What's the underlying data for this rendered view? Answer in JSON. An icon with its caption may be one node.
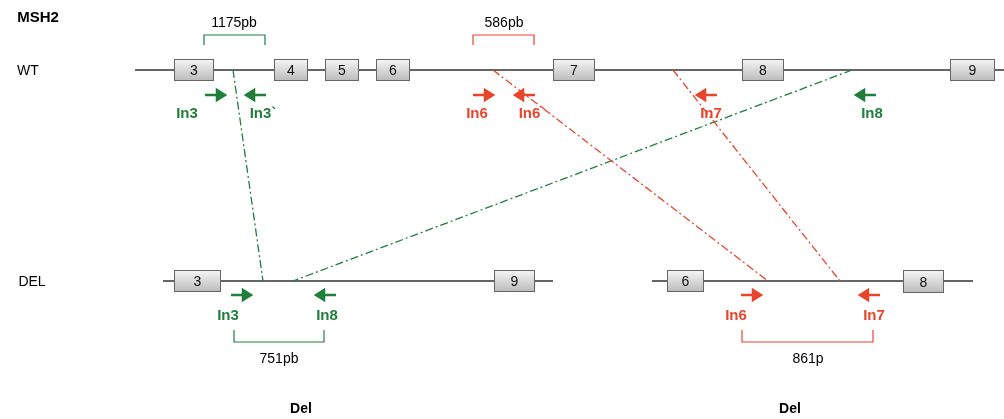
{
  "diagram": {
    "title": "MSH2",
    "nodes": [
      {
        "text": [
          "3"
        ]
      },
      {
        "text": [
          "4"
        ]
      },
      {
        "text": [
          "5"
        ]
      },
      {
        "text": [
          "6"
        ]
      },
      {
        "text": [
          "7"
        ]
      },
      {
        "text": [
          "8"
        ]
      },
      {
        "text": [
          "9"
        ]
      },
      {
        "text": [
          "3"
        ]
      },
      {
        "text": [
          "9"
        ]
      },
      {
        "text": [
          "6"
        ]
      },
      {
        "text": [
          "8"
        ]
      }
    ],
    "edges": [],
    "labels": [
      "1175pb",
      "586pb",
      "WT",
      "In3",
      "In3`",
      "In6",
      "In6`",
      "In7",
      "In8",
      "DEL",
      "In3",
      "In8",
      "751pb",
      "In6",
      "In7",
      "861p",
      "Del",
      "Del"
    ]
  }
}
